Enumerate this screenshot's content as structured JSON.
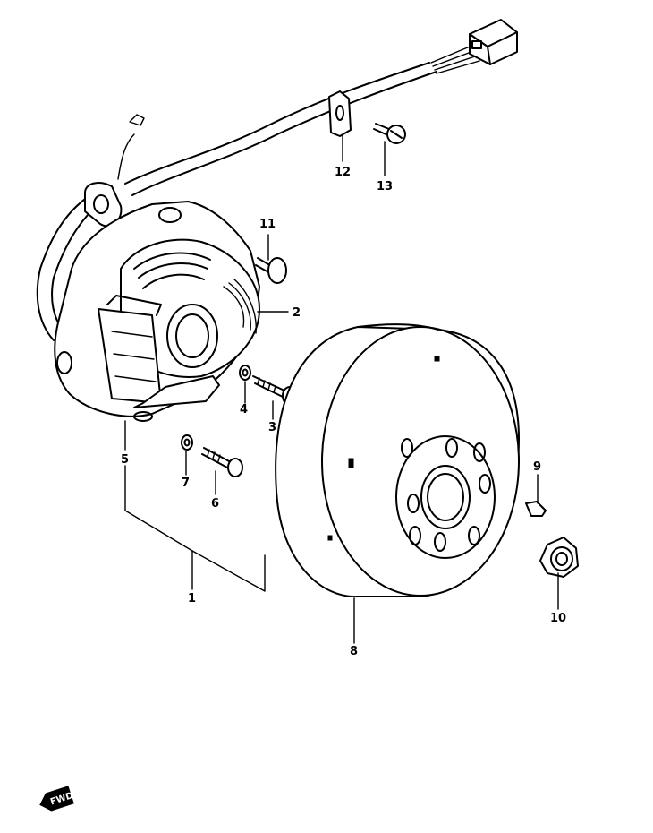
{
  "diagram": {
    "callouts": [
      "1",
      "2",
      "3",
      "4",
      "5",
      "6",
      "7",
      "8",
      "9",
      "10",
      "11",
      "12",
      "13"
    ],
    "direction_label": "FWD"
  }
}
